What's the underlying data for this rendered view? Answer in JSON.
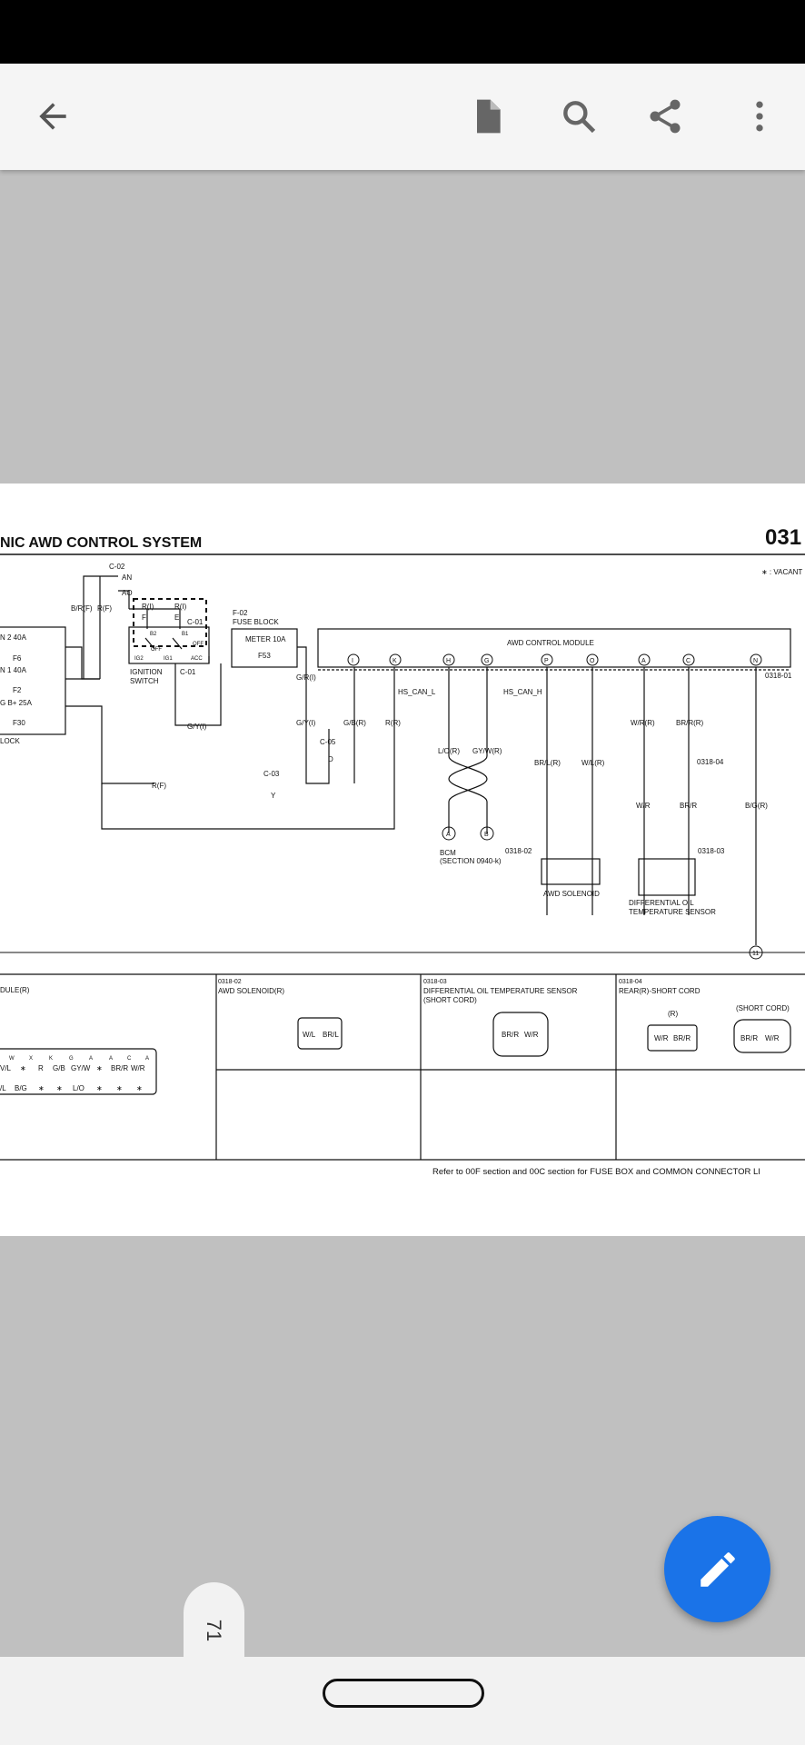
{
  "toolbar": {
    "back_icon": "arrow-back-icon",
    "file_icon": "document-icon",
    "search_icon": "search-icon",
    "share_icon": "share-icon",
    "more_icon": "more-vert-icon"
  },
  "diagram": {
    "title": "NIC AWD CONTROL SYSTEM",
    "section_number": "031",
    "vacant_note": "∗ : VACANT",
    "fuses_left": [
      "N 2 40A",
      "F6",
      "N 1 40A",
      "F2",
      "G B+ 25A",
      "F30"
    ],
    "fuse_block_left": "LOCK",
    "connector_c02": "C-02",
    "c02_pins": [
      "AN",
      "AO"
    ],
    "ign_wires": [
      "B/R(F)",
      "R(F)",
      "R(I)",
      "R(I)"
    ],
    "ign_pins": [
      "F",
      "E"
    ],
    "c01": "C-01",
    "ign_positions": [
      "B2",
      "B1",
      "OFF",
      "OFF",
      "IG2",
      "IG1",
      "ACC"
    ],
    "ignition_switch": [
      "IGNITION",
      "SWITCH"
    ],
    "fuse_block_f02": [
      "F-02",
      "FUSE BLOCK"
    ],
    "meter_fuse": "METER 10A",
    "fuse_f53": "F53",
    "awd_module": "AWD CONTROL MODULE",
    "module_pins": [
      "I",
      "K",
      "H",
      "G",
      "P",
      "O",
      "A",
      "C",
      "N"
    ],
    "connector_0318_01": "0318-01",
    "wire_labels": {
      "gr_i": "G/R(I)",
      "gy_i": "G/Y(I)",
      "gy_i2": "G/Y(I)",
      "gbr": "G/B(R)",
      "rr": "R(R)",
      "can_l": "HS_CAN_L",
      "can_h": "HS_CAN_H",
      "lor": "L/O(R)",
      "gywr": "GY/W(R)",
      "brlr": "BR/L(R)",
      "wlr": "W/L(R)",
      "wrr": "W/R(R)",
      "brrr": "BR/R(R)",
      "wr": "W/R",
      "brr": "BR/R",
      "bgr": "B/G(R)",
      "rf": "R(F)"
    },
    "c05": [
      "C-05",
      "D"
    ],
    "c03": [
      "C-03",
      "Y"
    ],
    "bcm_pins": [
      "A",
      "B"
    ],
    "bcm": [
      "BCM",
      "(SECTION 0940-k)"
    ],
    "connector_0318_04": "0318-04",
    "connector_0318_02": "0318-02",
    "connector_0318_03": "0318-03",
    "awd_solenoid": "AWD SOLENOID",
    "diff_sensor": [
      "DIFFERENTIAL OIL",
      "TEMPERATURE SENSOR"
    ],
    "ground_num": "11",
    "panels": {
      "p1_title": "DULE(R)",
      "p1_top_letters": [
        "W",
        "X",
        "K",
        "G",
        "A",
        "A",
        "C",
        "A"
      ],
      "p1_row1": [
        "V/L",
        "∗",
        "R",
        "G/B",
        "GY/W",
        "∗",
        "BR/R",
        "W/R"
      ],
      "p1_row2": [
        "/L",
        "B/G",
        "∗",
        "∗",
        "L/O",
        "∗",
        "∗",
        "∗"
      ],
      "p2_tag": "0318-02",
      "p2_title": "AWD SOLENOID(R)",
      "p2_pins": [
        "W/L",
        "BR/L"
      ],
      "p3_tag": "0318-03",
      "p3_title": [
        "DIFFERENTIAL OIL TEMPERATURE SENSOR",
        "(SHORT CORD)"
      ],
      "p3_pins": [
        "BR/R",
        "W/R"
      ],
      "p4_tag": "0318-04",
      "p4_title": "REAR(R)-SHORT CORD",
      "p4_r": "(R)",
      "p4_short": "(SHORT CORD)",
      "p4_pins_a": [
        "W/R",
        "BR/R"
      ],
      "p4_pins_b": [
        "BR/R",
        "W/R"
      ]
    },
    "footer_note": "Refer to 00F section and 00C section for FUSE BOX and COMMON CONNECTOR LI"
  },
  "page_indicator": "71",
  "fab_icon": "edit-pencil-icon"
}
